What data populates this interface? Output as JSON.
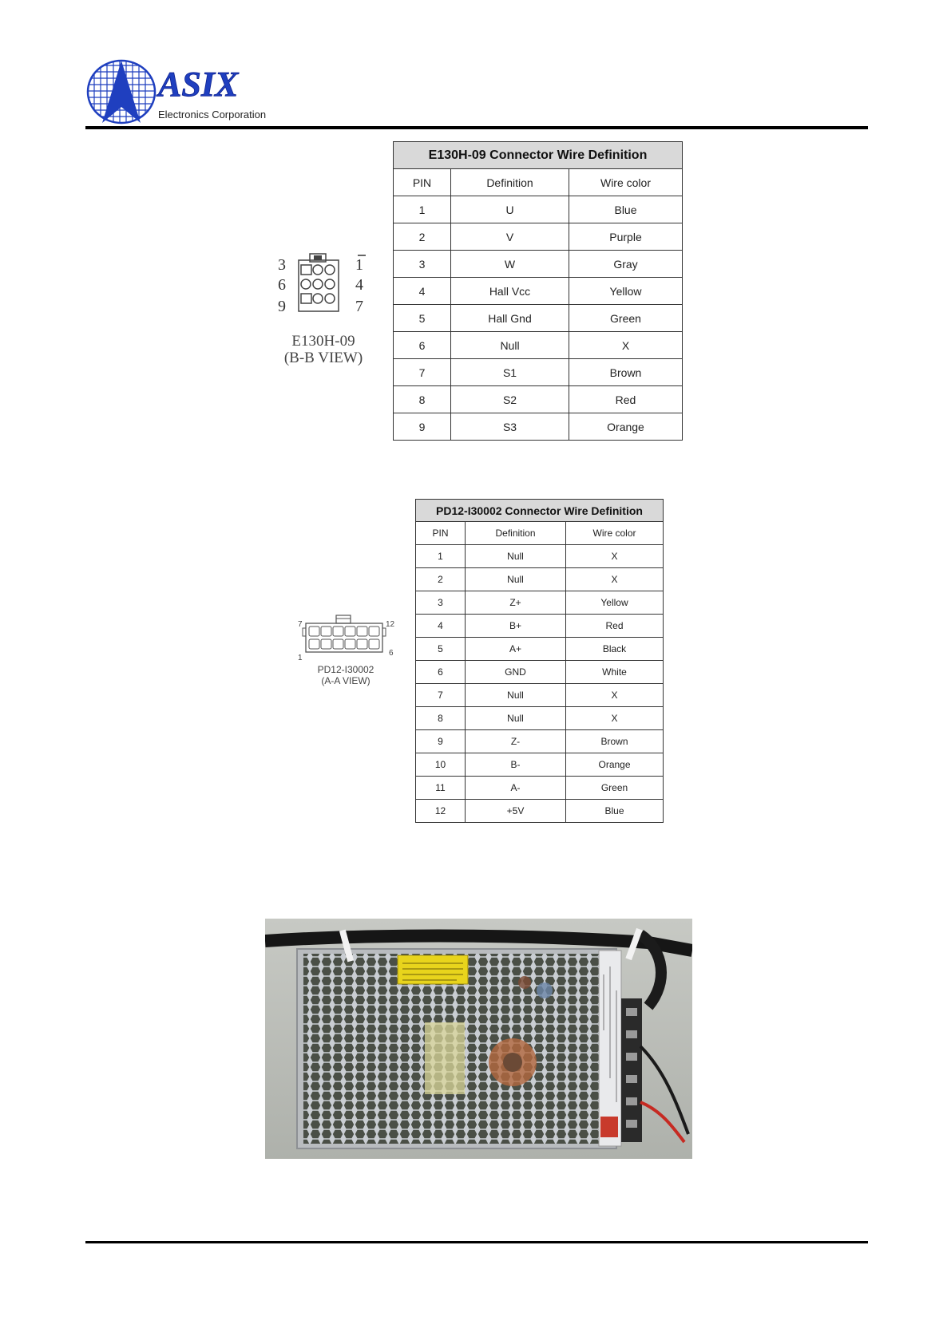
{
  "header": {
    "company_name": "ASIX",
    "company_subtitle": "Electronics Corporation"
  },
  "connector1": {
    "model": "E130H-09",
    "view": "(B-B VIEW)",
    "pin_labels": [
      "3",
      "1",
      "6",
      "4",
      "9",
      "7"
    ]
  },
  "table1": {
    "title": "E130H-09 Connector Wire Definition",
    "columns": [
      "PIN",
      "Definition",
      "Wire color"
    ],
    "rows": [
      [
        "1",
        "U",
        "Blue"
      ],
      [
        "2",
        "V",
        "Purple"
      ],
      [
        "3",
        "W",
        "Gray"
      ],
      [
        "4",
        "Hall Vcc",
        "Yellow"
      ],
      [
        "5",
        "Hall Gnd",
        "Green"
      ],
      [
        "6",
        "Null",
        "X"
      ],
      [
        "7",
        "S1",
        "Brown"
      ],
      [
        "8",
        "S2",
        "Red"
      ],
      [
        "9",
        "S3",
        "Orange"
      ]
    ]
  },
  "connector2": {
    "model": "PD12-I30002",
    "view": "(A-A VIEW)",
    "pin_labels": [
      "7",
      "12",
      "1",
      "6"
    ]
  },
  "table2": {
    "title": "PD12-I30002 Connector Wire Definition",
    "columns": [
      "PIN",
      "Definition",
      "Wire color"
    ],
    "rows": [
      [
        "1",
        "Null",
        "X"
      ],
      [
        "2",
        "Null",
        "X"
      ],
      [
        "3",
        "Z+",
        "Yellow"
      ],
      [
        "4",
        "B+",
        "Red"
      ],
      [
        "5",
        "A+",
        "Black"
      ],
      [
        "6",
        "GND",
        "White"
      ],
      [
        "7",
        "Null",
        "X"
      ],
      [
        "8",
        "Null",
        "X"
      ],
      [
        "9",
        "Z-",
        "Brown"
      ],
      [
        "10",
        "B-",
        "Orange"
      ],
      [
        "11",
        "A-",
        "Green"
      ],
      [
        "12",
        "+5V",
        "Blue"
      ]
    ]
  },
  "colors": {
    "brand_blue": "#1f3fbf",
    "table_header_bg": "#d9d9d9"
  }
}
